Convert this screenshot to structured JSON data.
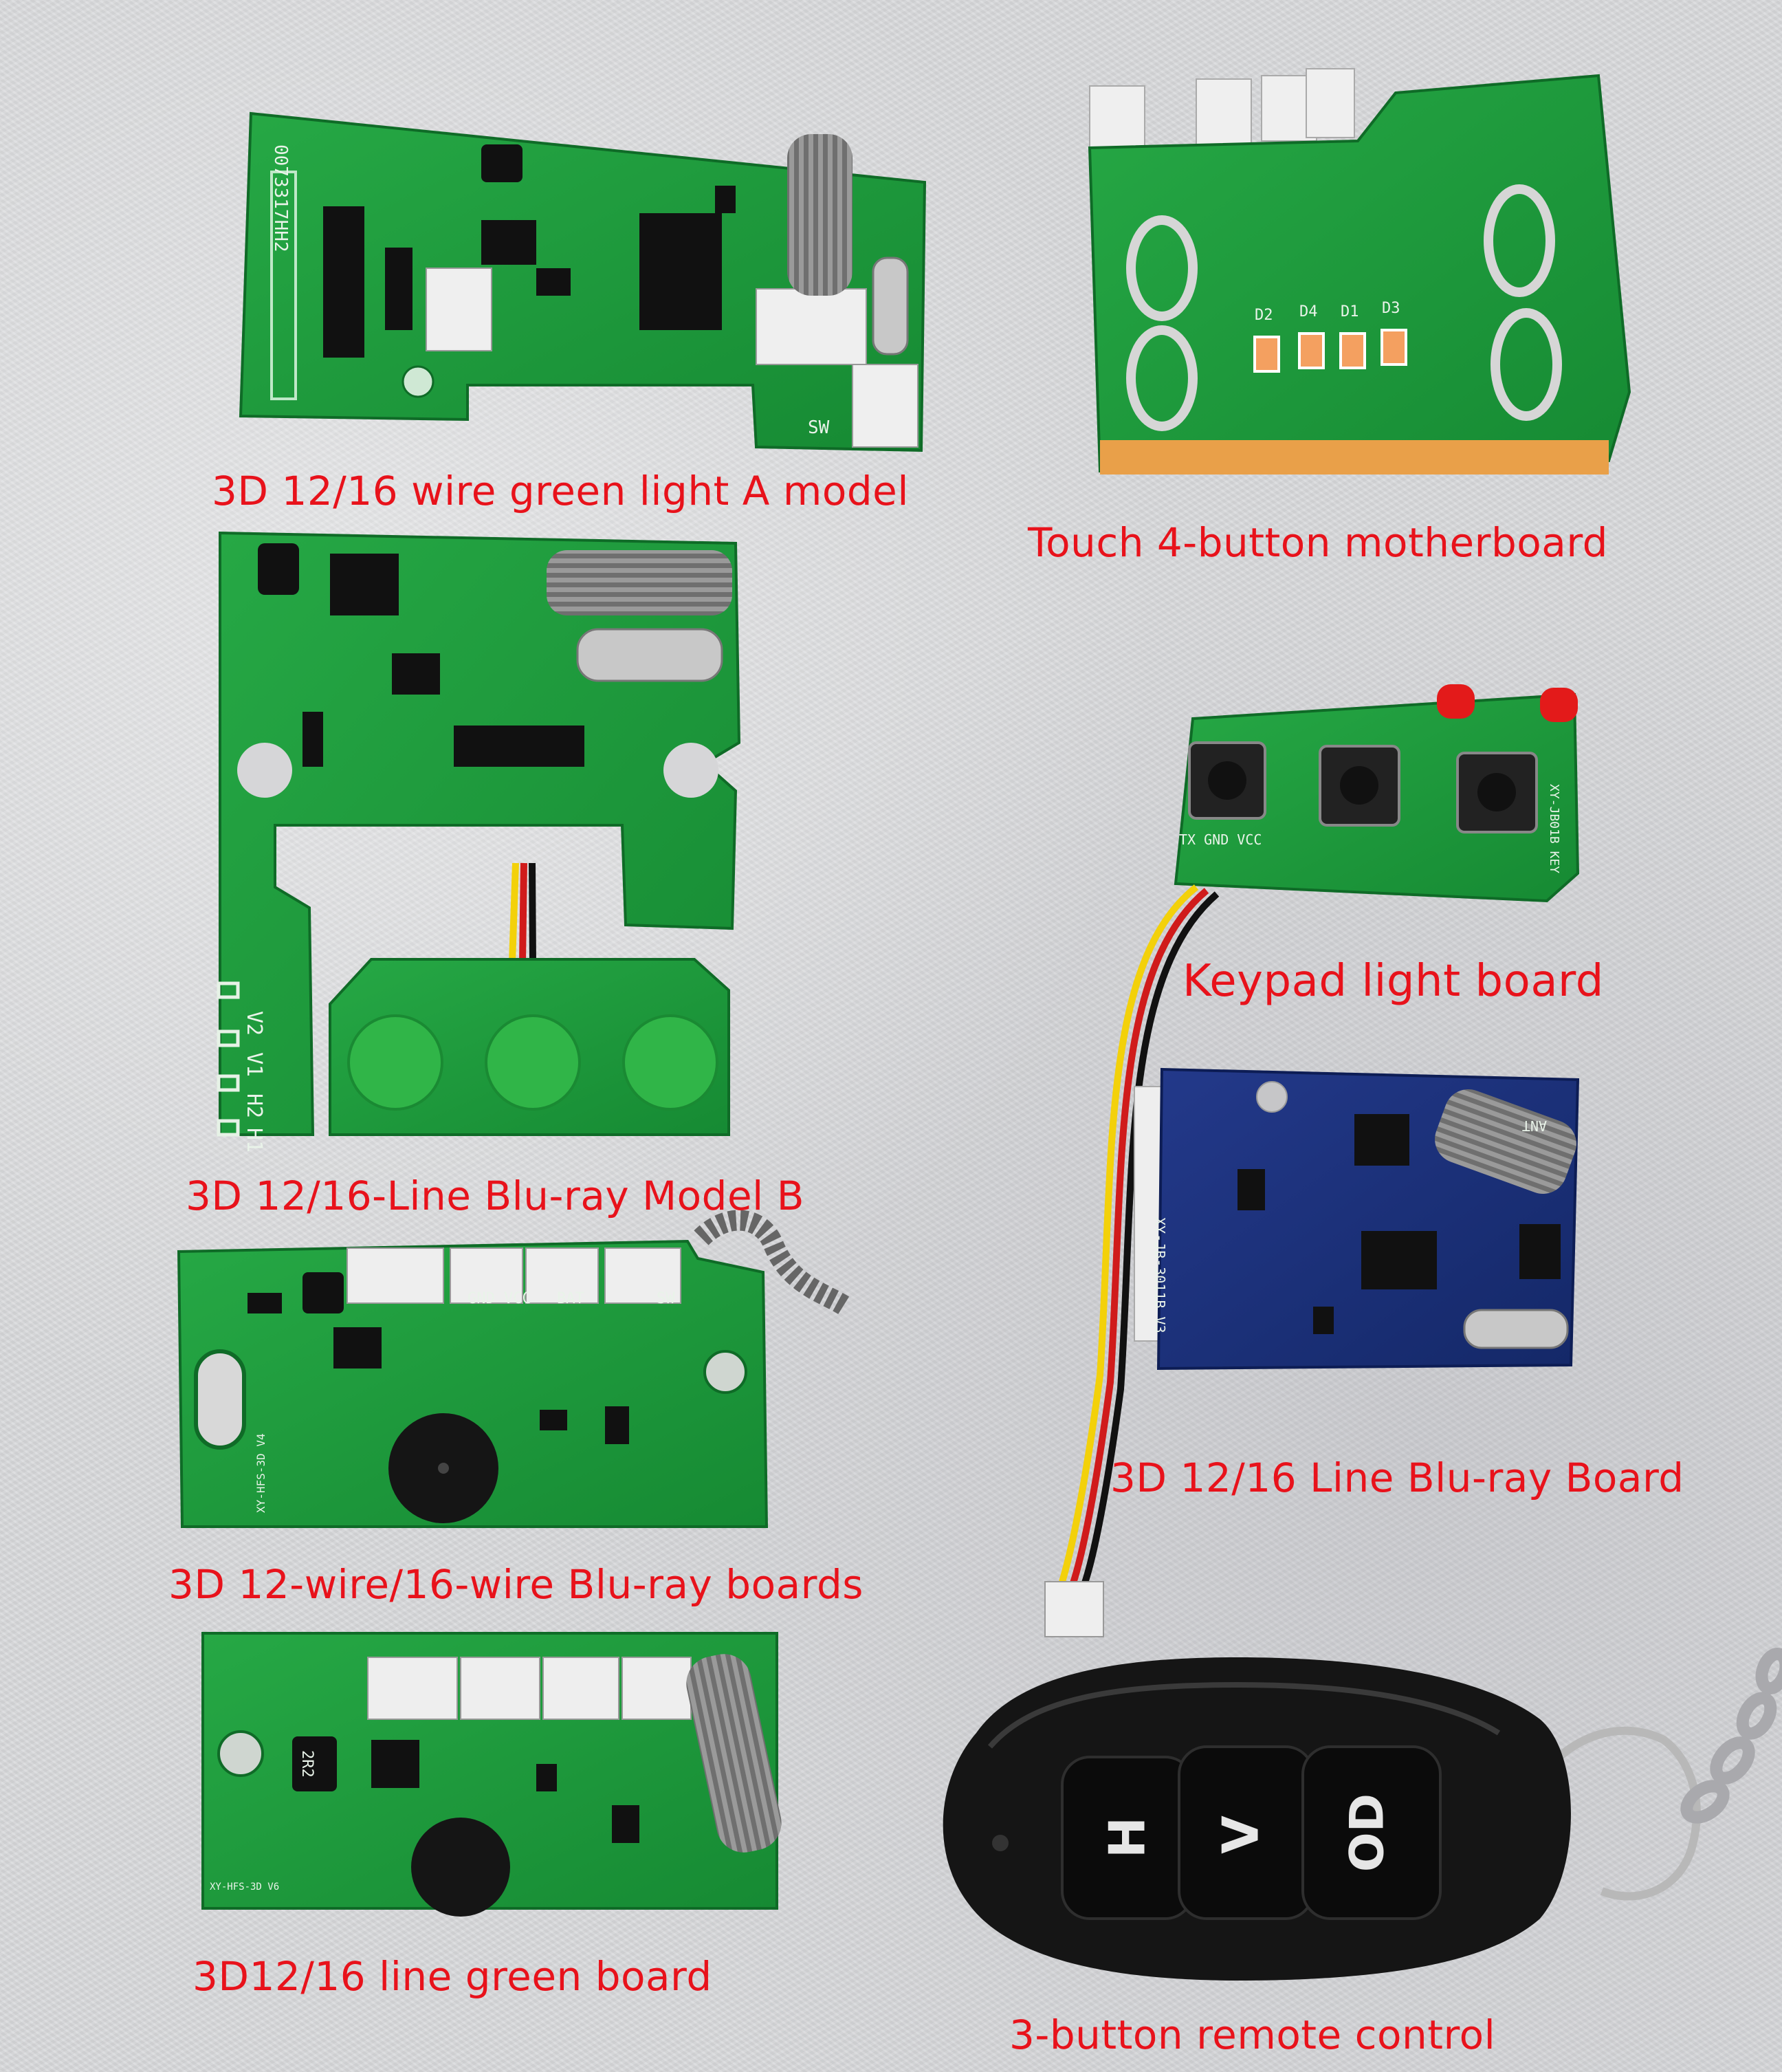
{
  "captions": {
    "board_a": "3D 12/16 wire green light A model",
    "touch_4button": "Touch 4-button motherboard",
    "board_b": "3D 12/16-Line Blu-ray Model B",
    "keypad": "Keypad light board",
    "wire_boards": "3D 12-wire/16-wire Blu-ray boards",
    "blue_board": "3D 12/16 Line Blu-ray Board",
    "green_board": "3D12/16 line green board",
    "remote": "3-button remote control"
  },
  "board_silkscreen": {
    "board_a_model": "0073317HH2",
    "board_a_sw": "SW",
    "board_b_pins": [
      "V2",
      "V1",
      "H2",
      "H1"
    ],
    "blue_board_model": "XY-JB-3011B V3",
    "blue_board_ant": "ANT",
    "keypad_pins": "TX GND VCC",
    "keypad_model": "XY-JB01B KEY",
    "touch_leds": [
      "D2",
      "D4",
      "D1",
      "D3"
    ],
    "wire_board_labels": [
      "GND VCC",
      "BAT",
      "SW"
    ],
    "wire_board_model": "XY-HFS-3D V4",
    "green_board_model": "XY-HFS-3D V6",
    "green_board_inductor": "2R2"
  },
  "remote_buttons": [
    "H",
    "V",
    "OD"
  ],
  "colors": {
    "caption": "#e8121b",
    "pcb_green": "#1f9a3c",
    "pcb_blue": "#1a2f7a",
    "remote_body": "#151515"
  }
}
